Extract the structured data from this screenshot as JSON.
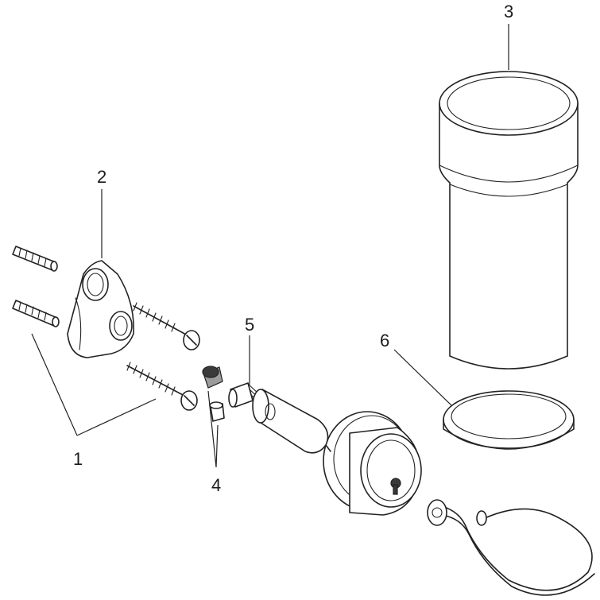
{
  "diagram": {
    "callouts": [
      {
        "id": "1",
        "label": "1"
      },
      {
        "id": "2",
        "label": "2"
      },
      {
        "id": "3",
        "label": "3"
      },
      {
        "id": "4",
        "label": "4"
      },
      {
        "id": "5",
        "label": "5"
      },
      {
        "id": "6",
        "label": "6"
      }
    ],
    "colors": {
      "line": "#222222",
      "shade": "#9c9c9c",
      "background": "#ffffff"
    }
  }
}
